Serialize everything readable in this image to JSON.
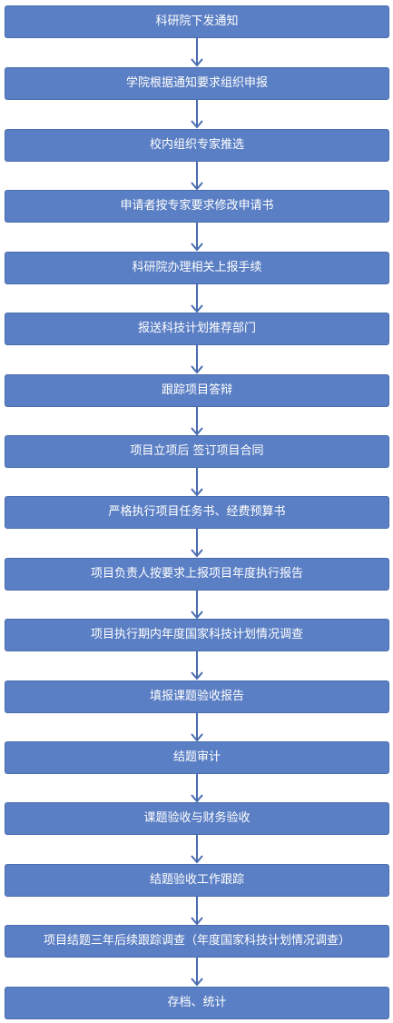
{
  "flow": {
    "steps": [
      "科研院下发通知",
      "学院根据通知要求组织申报",
      "校内组织专家推选",
      "申请者按专家要求修改申请书",
      "科研院办理相关上报手续",
      "报送科技计划推荐部门",
      "跟踪项目答辩",
      "项目立项后 签订项目合同",
      "严格执行项目任务书、经费预算书",
      "项目负责人按要求上报项目年度执行报告",
      "项目执行期内年度国家科技计划情况调查",
      "填报课题验收报告",
      "结题审计",
      "课题验收与财务验收",
      "结题验收工作跟踪",
      "项目结题三年后续跟踪调查（年度国家科技计划情况调查）",
      "存档、统计"
    ],
    "colors": {
      "box_fill": "#5b7fc4",
      "box_border": "#4a6db0",
      "arrow": "#4a6db0",
      "text": "#ffffff"
    }
  }
}
